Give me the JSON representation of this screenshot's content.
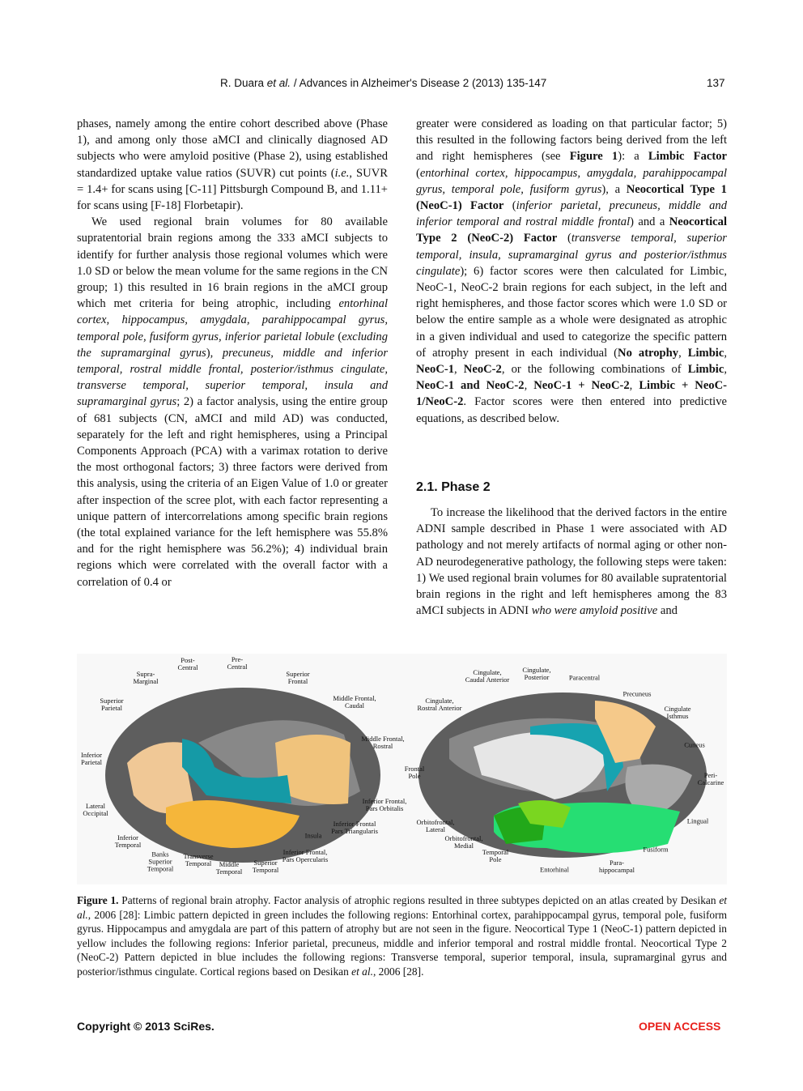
{
  "header": {
    "authors": "R. Duara ",
    "etal": "et al.",
    "journal": " / Advances in Alzheimer's Disease 2 (2013) 135-147",
    "page_number": "137"
  },
  "col1": [
    {
      "indent": false,
      "segs": [
        [
          "phases, namely among the entire cohort described above (Phase 1), and among only those aMCI and clinically diagnosed AD subjects who were amyloid positive (Phase 2), using established standardized uptake value ratios (SUVR) cut points (",
          ""
        ],
        [
          "i.e.",
          "i"
        ],
        [
          ", SUVR = 1.4+ for scans using [C-11] Pittsburgh Compound B, and 1.11+ for scans using [F-18] Florbetapir).",
          ""
        ]
      ]
    },
    {
      "indent": true,
      "segs": [
        [
          "We used regional brain volumes for 80 available supratentorial brain regions among the 333 aMCI subjects to identify for further analysis those regional volumes which were 1.0 SD or below the mean volume for the same regions in the CN group; 1) this resulted in 16 brain regions in the aMCI group which met criteria for being atrophic, including ",
          ""
        ],
        [
          "entorhinal cortex, hippocampus, amygdala, parahippocampal gyrus, temporal pole, fusiform gyrus, inferior parietal lobule",
          "i"
        ],
        [
          " (",
          ""
        ],
        [
          "excluding the supramarginal gyrus",
          "i"
        ],
        [
          "), ",
          ""
        ],
        [
          "precuneus, middle and inferior temporal, rostral middle frontal, posterior/isthmus cingulate, transverse temporal, superior temporal, insula and supramarginal gyrus",
          "i"
        ],
        [
          "; 2) a factor analysis, using the entire group of 681 subjects (CN, aMCI and mild AD) was conducted, separately for the left and right hemispheres, using a Principal Components Approach (PCA) with a varimax rotation to derive the most orthogonal factors; 3) three factors were derived from this analysis, using the criteria of an Eigen Value of 1.0 or greater after inspection of the scree plot, with each factor representing a unique pattern of intercorrelations among specific brain regions (the total explained variance for the left hemisphere was 55.8% and for the right hemisphere was 56.2%); 4) individual brain regions which were correlated with the overall factor with a correlation of 0.4 or",
          ""
        ]
      ]
    }
  ],
  "col2": [
    {
      "indent": false,
      "segs": [
        [
          "greater were considered as loading on that particular factor; 5) this resulted in the following factors being derived from the left and right hemispheres (see ",
          ""
        ],
        [
          "Figure 1",
          "b"
        ],
        [
          "): a ",
          ""
        ],
        [
          "Limbic Factor",
          "b"
        ],
        [
          " (",
          ""
        ],
        [
          "entorhinal cortex, hippocampus, amygdala, parahippocampal gyrus, temporal pole, fusiform gyrus",
          "i"
        ],
        [
          "), a ",
          ""
        ],
        [
          "Neocortical Type 1 (NeoC-1) Factor",
          "b"
        ],
        [
          " (",
          ""
        ],
        [
          "inferior parietal, precuneus, middle and inferior temporal and rostral middle frontal",
          "i"
        ],
        [
          ") and a ",
          ""
        ],
        [
          "Neocortical Type 2 (NeoC-2) Factor",
          "b"
        ],
        [
          " (",
          ""
        ],
        [
          "transverse temporal, superior temporal, insula, supramarginal gyrus and posterior/isthmus cingulate",
          "i"
        ],
        [
          "); 6) factor scores were then calculated for Limbic, NeoC-1, NeoC-2 brain regions for each subject, in the left and right hemispheres, and those factor scores which were 1.0 SD or below the entire sample as a whole were designated as atrophic in a given individual and used to categorize the specific pattern of atrophy present in each individual (",
          ""
        ],
        [
          "No atrophy",
          "b"
        ],
        [
          ", ",
          ""
        ],
        [
          "Limbic",
          "b"
        ],
        [
          ", ",
          ""
        ],
        [
          "NeoC-1",
          "b"
        ],
        [
          ", ",
          ""
        ],
        [
          "NeoC-2",
          "b"
        ],
        [
          ", or the following combinations of ",
          ""
        ],
        [
          "Limbic",
          "b"
        ],
        [
          ", ",
          ""
        ],
        [
          "NeoC-1 and NeoC-2",
          "b"
        ],
        [
          ", ",
          ""
        ],
        [
          "NeoC-1 + NeoC-2",
          "b"
        ],
        [
          ", ",
          ""
        ],
        [
          "Limbic + NeoC-1/NeoC-2",
          "b"
        ],
        [
          ". Factor scores were then entered into predictive equations, as described below.",
          ""
        ]
      ]
    }
  ],
  "section_heading": "2.1. Phase 2",
  "col2b": [
    {
      "indent": true,
      "segs": [
        [
          "To increase the likelihood that the derived factors in the entire ADNI sample described in Phase 1 were associated with AD pathology and not merely artifacts of normal aging or other non-AD neurodegenerative pathology, the following steps were taken: 1) We used regional brain volumes for 80 available supratentorial brain regions in the right and left hemispheres among the 83 aMCI subjects in ADNI ",
          ""
        ],
        [
          "who were amyloid positive",
          "i"
        ],
        [
          " and",
          ""
        ]
      ]
    }
  ],
  "figure": {
    "colors": {
      "limbic": "#2fd66a",
      "neoc1": "#f2c47a",
      "neoc2": "#1a9aa6",
      "cortex": "#666666"
    },
    "labels": [
      "Post-\nCentral",
      "Pre-\nCentral",
      "Supra-\nMarginal",
      "Superior\nFrontal",
      "Superior\nParietal",
      "Middle Frontal,\nCaudal",
      "Middle Frontal,\nRostral",
      "Inferior\nParietal",
      "Lateral\nOccipital",
      "Inferior Frontal,\nPars Orbitalis",
      "Inferior Frontal\nPars Triangularis",
      "Inferior\nTemporal",
      "Insula",
      "Banks\nSuperior\nTemporal",
      "Transverse\nTemporal",
      "Middle\nTemporal",
      "Superior\nTemporal",
      "Inferior Frontal,\nPars Opercularis",
      "Cingulate,\nCaudal Anterior",
      "Cingulate,\nPosterior",
      "Paracentral",
      "Precuneus",
      "Cingulate,\nRostral Anterior",
      "Cingulate\nIsthmus",
      "Cuneus",
      "Frontal\nPole",
      "Peri-\nCalcarine",
      "Orbitofrontal,\nLateral",
      "Lingual",
      "Orbitofrontal,\nMedial",
      "Temporal\nPole",
      "Fusiform",
      "Entorhinal",
      "Para-\nhippocampal"
    ]
  },
  "caption": [
    [
      "Figure 1.",
      "b"
    ],
    [
      " Patterns of regional brain atrophy. Factor analysis of atrophic regions resulted in three subtypes depicted on an atlas created by Desikan ",
      ""
    ],
    [
      "et al.",
      "i"
    ],
    [
      ", 2006 [28]: Limbic pattern depicted in green includes the following regions: Entorhinal cortex, parahippocampal gyrus, temporal pole, fusiform gyrus. Hippocampus and amygdala are part of this pattern of atrophy but are not seen in the figure. Neocortical Type 1 (NeoC-1) pattern depicted in yellow includes the following regions: Inferior parietal, precuneus, middle and inferior temporal and rostral middle frontal. Neocortical Type 2 (NeoC-2) Pattern depicted in blue includes the following regions: Transverse temporal, superior temporal, insula, supramarginal gyrus and posterior/isthmus cingulate. Cortical regions based on Desikan ",
      ""
    ],
    [
      "et al.",
      "i"
    ],
    [
      ", 2006 [28].",
      ""
    ]
  ],
  "footer": {
    "copyright": "Copyright © 2013 SciRes.",
    "open_access": "OPEN ACCESS",
    "open_access_color": "#e8211c"
  }
}
